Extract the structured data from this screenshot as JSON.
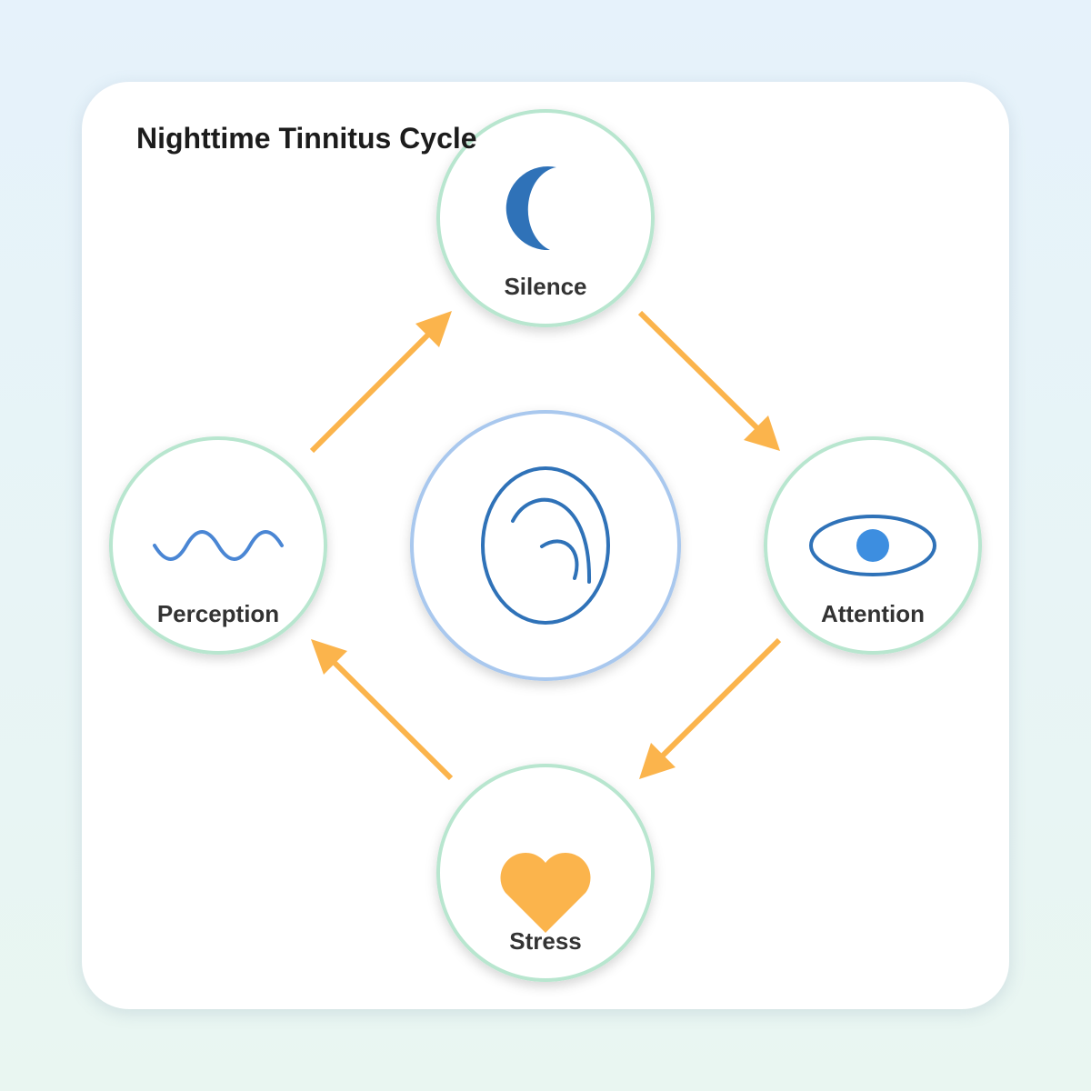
{
  "title": "Nighttime Tinnitus Cycle",
  "nodes": {
    "silence": {
      "label": "Silence",
      "icon": "moon-icon"
    },
    "attention": {
      "label": "Attention",
      "icon": "eye-icon"
    },
    "stress": {
      "label": "Stress",
      "icon": "heart-icon"
    },
    "perception": {
      "label": "Perception",
      "icon": "sound-wave-icon"
    },
    "center": {
      "icon": "ear-icon"
    }
  },
  "colors": {
    "node_border": "#b8e6cf",
    "center_border": "#a9c8ee",
    "arrow": "#fbb44c",
    "icon_blue": "#2f72b8",
    "eye_pupil": "#3d8ee0",
    "heart": "#fbb44c"
  }
}
